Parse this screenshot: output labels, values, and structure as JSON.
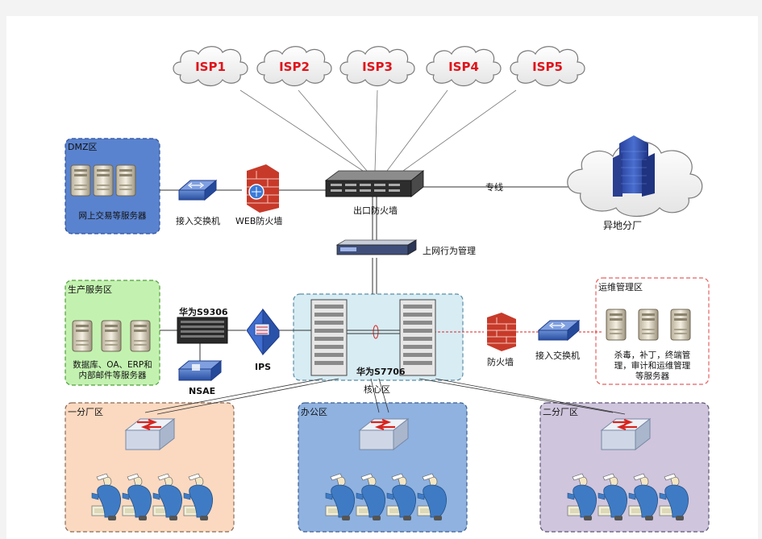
{
  "isps": [
    "ISP1",
    "ISP2",
    "ISP3",
    "ISP4",
    "ISP5"
  ],
  "zones": {
    "dmz": {
      "title": "DMZ区",
      "desc": "网上交易等服务器"
    },
    "production": {
      "title": "生产服务区",
      "desc_line1": "数据库、OA、ERP和",
      "desc_line2": "内部邮件等服务器"
    },
    "ops": {
      "title": "运维管理区",
      "desc_line1": "杀毒，补丁，终端管",
      "desc_line2": "理，审计和运维管理",
      "desc_line3": "等服务器"
    },
    "core": {
      "title": "核心区"
    },
    "factory1": {
      "title": "一分厂区"
    },
    "office": {
      "title": "办公区"
    },
    "factory2": {
      "title": "二分厂区"
    }
  },
  "devices": {
    "access_switch_dmz": "接入交换机",
    "web_firewall": "WEB防火墙",
    "egress_firewall": "出口防火墙",
    "behavior_mgmt": "上网行为管理",
    "huawei_s9306": "华为S9306",
    "nsae": "NSAE",
    "ips": "IPS",
    "huawei_s7706": "华为S7706",
    "firewall": "防火墙",
    "access_switch_ops": "接入交换机",
    "remote_branch": "异地分厂",
    "dedicated_line": "专线"
  },
  "colors": {
    "isp_text": "#e0141b",
    "dmz_fill": "#5a83cf",
    "production_fill": "#c3f2b0",
    "ops_border": "#e56060",
    "core_fill": "#d7ecf3",
    "factory1_fill": "#fad9c0",
    "office_fill": "#8fb2e0",
    "factory2_fill": "#cfc5dd"
  }
}
